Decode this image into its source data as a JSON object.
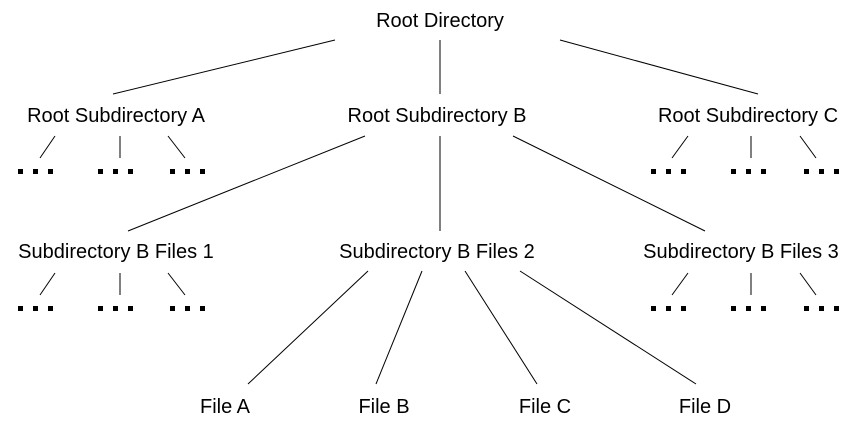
{
  "diagram": {
    "root": {
      "label": "Root Directory"
    },
    "level1": [
      {
        "label": "Root Subdirectory A",
        "ellipsis": "..."
      },
      {
        "label": "Root Subdirectory B"
      },
      {
        "label": "Root Subdirectory C",
        "ellipsis": "..."
      }
    ],
    "level2": [
      {
        "label": "Subdirectory B Files 1",
        "ellipsis": "..."
      },
      {
        "label": "Subdirectory B Files 2"
      },
      {
        "label": "Subdirectory B Files 3",
        "ellipsis": "..."
      }
    ],
    "files": [
      {
        "label": "File A"
      },
      {
        "label": "File B"
      },
      {
        "label": "File C"
      },
      {
        "label": "File D"
      }
    ],
    "colors": {
      "line": "#000000",
      "text": "#000000",
      "background": "#ffffff"
    }
  }
}
